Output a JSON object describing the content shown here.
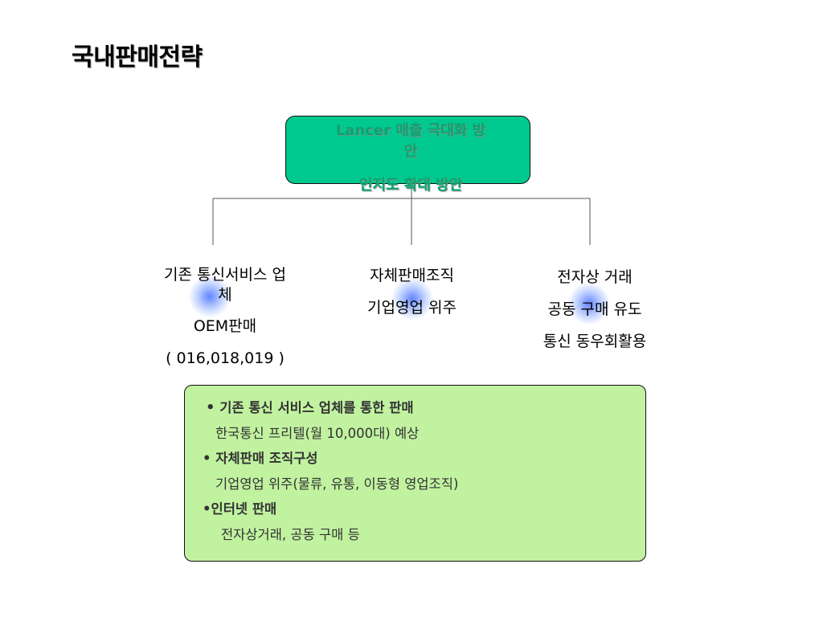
{
  "title": "국내판매전략",
  "root": {
    "line1": "Lancer 매출 극대화 방",
    "line2": "안",
    "line3": "인지도 확대 방안"
  },
  "branches": [
    {
      "line1": "기존 통신서비스 업",
      "line2": "체",
      "line3": "OEM판매",
      "line4": "( 016,018,019 )"
    },
    {
      "line1": "자체판매조직",
      "line2": "기업영업 위주"
    },
    {
      "line1": "전자상 거래",
      "line2": "공동 구매 유도",
      "line3": "통신 동우회활용"
    }
  ],
  "details": [
    {
      "bullet": "•",
      "text": "기존 통신 서비스 업체를 통한 판매"
    },
    {
      "text": "한국통신 프리텔(월 10,000대) 예상"
    },
    {
      "bullet": "•",
      "text": "자체판매 조직구성"
    },
    {
      "text": "기업영업 위주(물류, 유통, 이동형 영업조직)"
    },
    {
      "bullet": "•",
      "text": "인터넷 판매"
    },
    {
      "text": "전자상거래, 공동 구매 등"
    }
  ],
  "colors": {
    "root_fill": "#00c990",
    "root_text": "#00a86e",
    "detail_fill": "#c1f2a0",
    "glow": "#5a82ff"
  }
}
